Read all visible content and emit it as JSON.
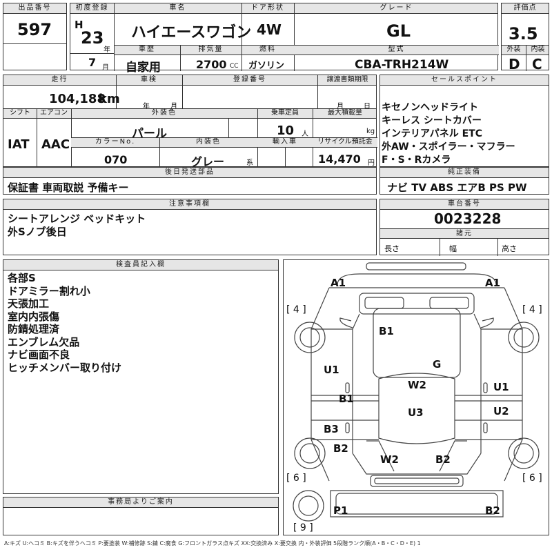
{
  "header": {
    "lot_label": "出品番号",
    "lot_number": "597",
    "first_reg_label": "初度登録",
    "era_prefix": "H",
    "year": "23",
    "year_unit": "年",
    "month": "7",
    "month_unit": "月",
    "car_name_label": "車名",
    "car_name": "ハイエースワゴン",
    "door_label": "ドア形状",
    "door": "4W",
    "grade_label": "グレード",
    "grade": "GL",
    "score_label": "評価点",
    "score": "3.5",
    "history_label": "車歴",
    "history": "自家用",
    "displacement_label": "排気量",
    "displacement": "2700",
    "displacement_unit": "CC",
    "fuel_label": "燃料",
    "fuel": "ガソリン",
    "model_label": "型式",
    "model": "CBA-TRH214W",
    "exterior_label": "外装",
    "exterior_grade": "D",
    "interior_label": "内装",
    "interior_grade": "C"
  },
  "row2": {
    "mileage_label": "走行",
    "mileage": "104,188",
    "mileage_unit": "km",
    "inspection_label": "車検",
    "inspection_year_unit": "年",
    "inspection_month_unit": "月",
    "reg_number_label": "登録番号",
    "transfer_label": "譲渡書類期限",
    "transfer_month_unit": "月",
    "transfer_day_unit": "日",
    "shift_label": "シフト",
    "shift": "IAT",
    "ac_label": "エアコン",
    "ac": "AAC",
    "color_label": "外装色",
    "color": "パール",
    "capacity_label": "乗車定員",
    "capacity": "10",
    "capacity_unit": "人",
    "max_load_label": "最大積載量",
    "max_load_unit": "kg",
    "color_no_label": "カラーNo.",
    "color_no": "070",
    "interior_color_label": "内装色",
    "interior_color": "グレー",
    "interior_color_unit": "系",
    "import_label": "輸入車",
    "recycle_label": "リサイクル預託金",
    "recycle": "14,470",
    "recycle_unit": "円"
  },
  "sales_points": {
    "label": "セールスポイント",
    "lines": [
      "キセノンヘッドライト",
      "キーレス シートカバー",
      "インテリアパネル ETC",
      "外AW・スポイラー・マフラー",
      "F・S・Rカメラ"
    ]
  },
  "later_parts": {
    "label": "後日発送部品",
    "value": "保証書 車両取説 予備キー"
  },
  "equipment": {
    "label": "純正装備",
    "value": "ナビ TV ABS エアB PS PW"
  },
  "notes": {
    "label": "注意事項欄",
    "lines": [
      "シートアレンジ ベッドキット",
      "外Sノブ後日"
    ]
  },
  "chassis": {
    "label": "車台番号",
    "value": "0023228",
    "dims_label": "諸元",
    "length_label": "長さ",
    "width_label": "幅",
    "height_label": "高さ"
  },
  "inspector": {
    "label": "検査員記入欄",
    "lines": [
      "各部S",
      "ドアミラー割れ小",
      "天張加工",
      "室内内張傷",
      "防錆処理済",
      "エンブレム欠品",
      "ナビ画面不良",
      "ヒッチメンバー取り付け"
    ]
  },
  "office": {
    "label": "事務局よりご案内"
  },
  "diagram": {
    "marks": {
      "a1_left": "A1",
      "a1_right": "A1",
      "tire_fl": "[ 4 ]",
      "tire_fr": "[ 4 ]",
      "b1_top": "B1",
      "g": "G",
      "u1_left": "U1",
      "w2_center": "W2",
      "u1_right": "U1",
      "b1_mid": "B1",
      "u3": "U3",
      "u2": "U2",
      "b3": "B3",
      "b2_left": "B2",
      "w2_rear": "W2",
      "b2_rear": "B2",
      "tire_rl": "[ 6 ]",
      "tire_rr": "[ 6 ]",
      "p1": "P1",
      "b2_bottom": "B2",
      "spare": "[ 9 ]"
    }
  },
  "footer": {
    "legend": "A:キズ U:ヘコミ B:キズを伴うヘコミ P:要塗装 W:補修跡 S:錆 C:腐食 G:フロントガラス点キズ XX:交換済み X:要交換 内・外装評価 5段階ランク順(A・B・C・D・E) 1"
  }
}
